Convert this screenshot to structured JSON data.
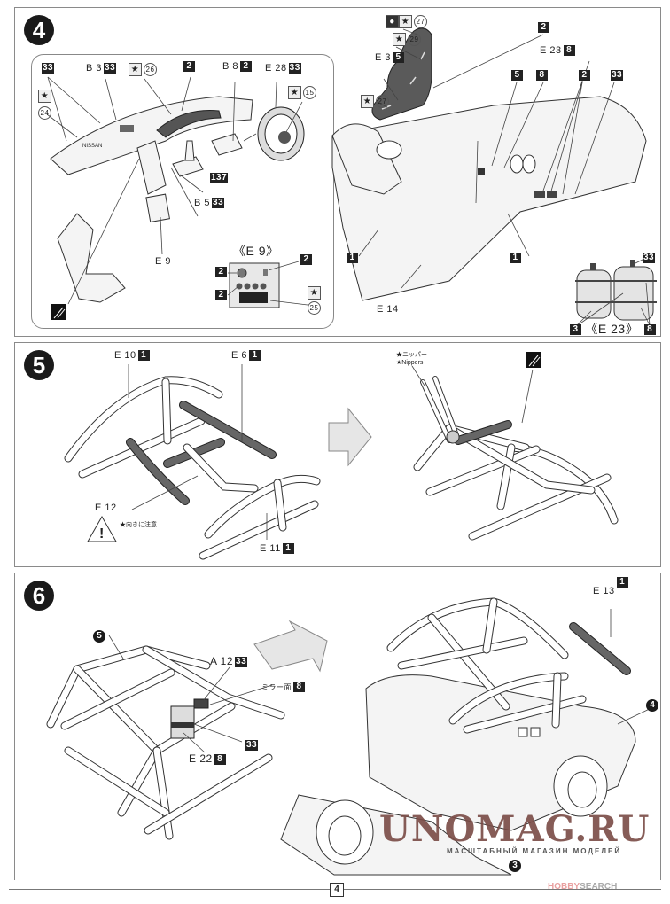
{
  "document": {
    "type": "model kit assembly instructions",
    "page_number": "4"
  },
  "step4": {
    "step_number": "4",
    "dashboard_callouts": {
      "c1_box": "33",
      "b3_label": "B 3",
      "b3_box": "33",
      "decal_26_star": "★",
      "decal_26": "26",
      "dash_box_2": "2",
      "b8_label": "B 8",
      "b8_box": "2",
      "e28_label": "E 28",
      "e28_box": "33",
      "decal_15_star": "★",
      "decal_15": "15",
      "decal_24_star": "★",
      "decal_24": "24",
      "box_137": "137",
      "b5_label": "B 5",
      "b5_box": "33",
      "e9_label": "E 9"
    },
    "e9_detail": {
      "title": "《E 9》",
      "box_a": "2",
      "box_b": "2",
      "box_c": "2",
      "decal_star": "★",
      "decal": "25"
    },
    "seat_callouts": {
      "decal_27_top_star": "★",
      "decal_27_top": "27",
      "decal_29_star": "★",
      "decal_29": "29",
      "e3_label": "E 3",
      "e3_box": "5",
      "decal_27_bottom_star": "★",
      "decal_27_bottom": "27",
      "seat_box_2": "2",
      "e23_label": "E 23",
      "e23_box": "8",
      "box_5": "5",
      "box_8": "8",
      "box_2": "2",
      "box_33": "33",
      "box_1_left": "1",
      "box_1_right": "1",
      "e14_label": "E 14"
    },
    "e23_detail": {
      "title": "《E 23》",
      "box_33": "33",
      "box_3": "3",
      "box_8": "8"
    }
  },
  "step5": {
    "step_number": "5",
    "e10_label": "E 10",
    "e10_box": "1",
    "e6_label": "E 6",
    "e6_box": "1",
    "e12_label": "E 12",
    "e11_label": "E 11",
    "e11_box": "1",
    "caution_text": "★向きに注意",
    "tool_jp": "★ニッパー",
    "tool_en": "★Nippers"
  },
  "step6": {
    "step_number": "6",
    "ref_step_5": "5",
    "a12_label": "A 12",
    "a12_box": "33",
    "mirror_label": "ミラー面",
    "mirror_box": "8",
    "box_33": "33",
    "e22_label": "E 22",
    "e22_box": "8",
    "e13_label": "E 13",
    "e13_box": "1",
    "ref_step_4": "4",
    "ref_step_3": "3"
  },
  "watermark": {
    "main": "UNOMAG.RU",
    "sub": "МАСШТАБНЫЙ МАГАЗИН МОДЕЛЕЙ"
  },
  "footer": {
    "brand_hobby": "HOBBY",
    "brand_search": "SEARCH"
  }
}
